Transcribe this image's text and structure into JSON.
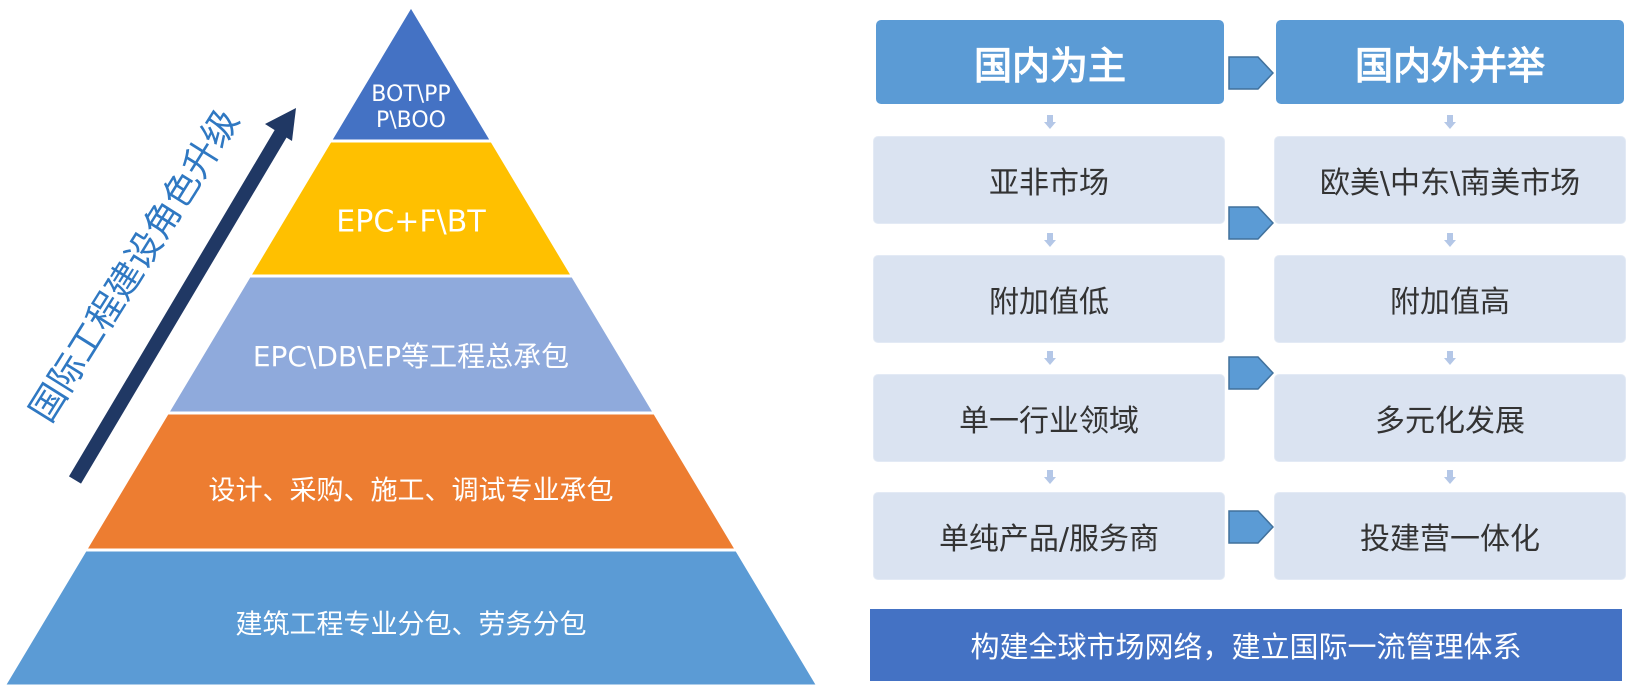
{
  "pyramid": {
    "tiers": [
      {
        "label_line1": "BOT\\PP",
        "label_line2": "P\\BOO",
        "color": "#4472c4"
      },
      {
        "label": "EPC+F\\BT",
        "color": "#ffc000"
      },
      {
        "label": "EPC\\DB\\EP等工程总承包",
        "color": "#8faadc"
      },
      {
        "label": "设计、采购、施工、调试专业承包",
        "color": "#ed7d31"
      },
      {
        "label": "建筑工程专业分包、劳务分包",
        "color": "#5b9bd5"
      }
    ],
    "side_label": "国际工程建设角色升级",
    "arrow_color": "#203864"
  },
  "flow": {
    "left_header": "国内为主",
    "right_header": "国内外并举",
    "left_items": [
      "亚非市场",
      "附加值低",
      "单一行业领域",
      "单纯产品/服务商"
    ],
    "right_items": [
      "欧美\\中东\\南美市场",
      "附加值高",
      "多元化发展",
      "投建营一体化"
    ],
    "header_color": "#5b9bd5",
    "item_color": "#dae3f1",
    "arrow_color": "#5b9bd5"
  },
  "banner": {
    "text": "构建全球市场网络，建立国际一流管理体系",
    "color": "#4472c4"
  }
}
